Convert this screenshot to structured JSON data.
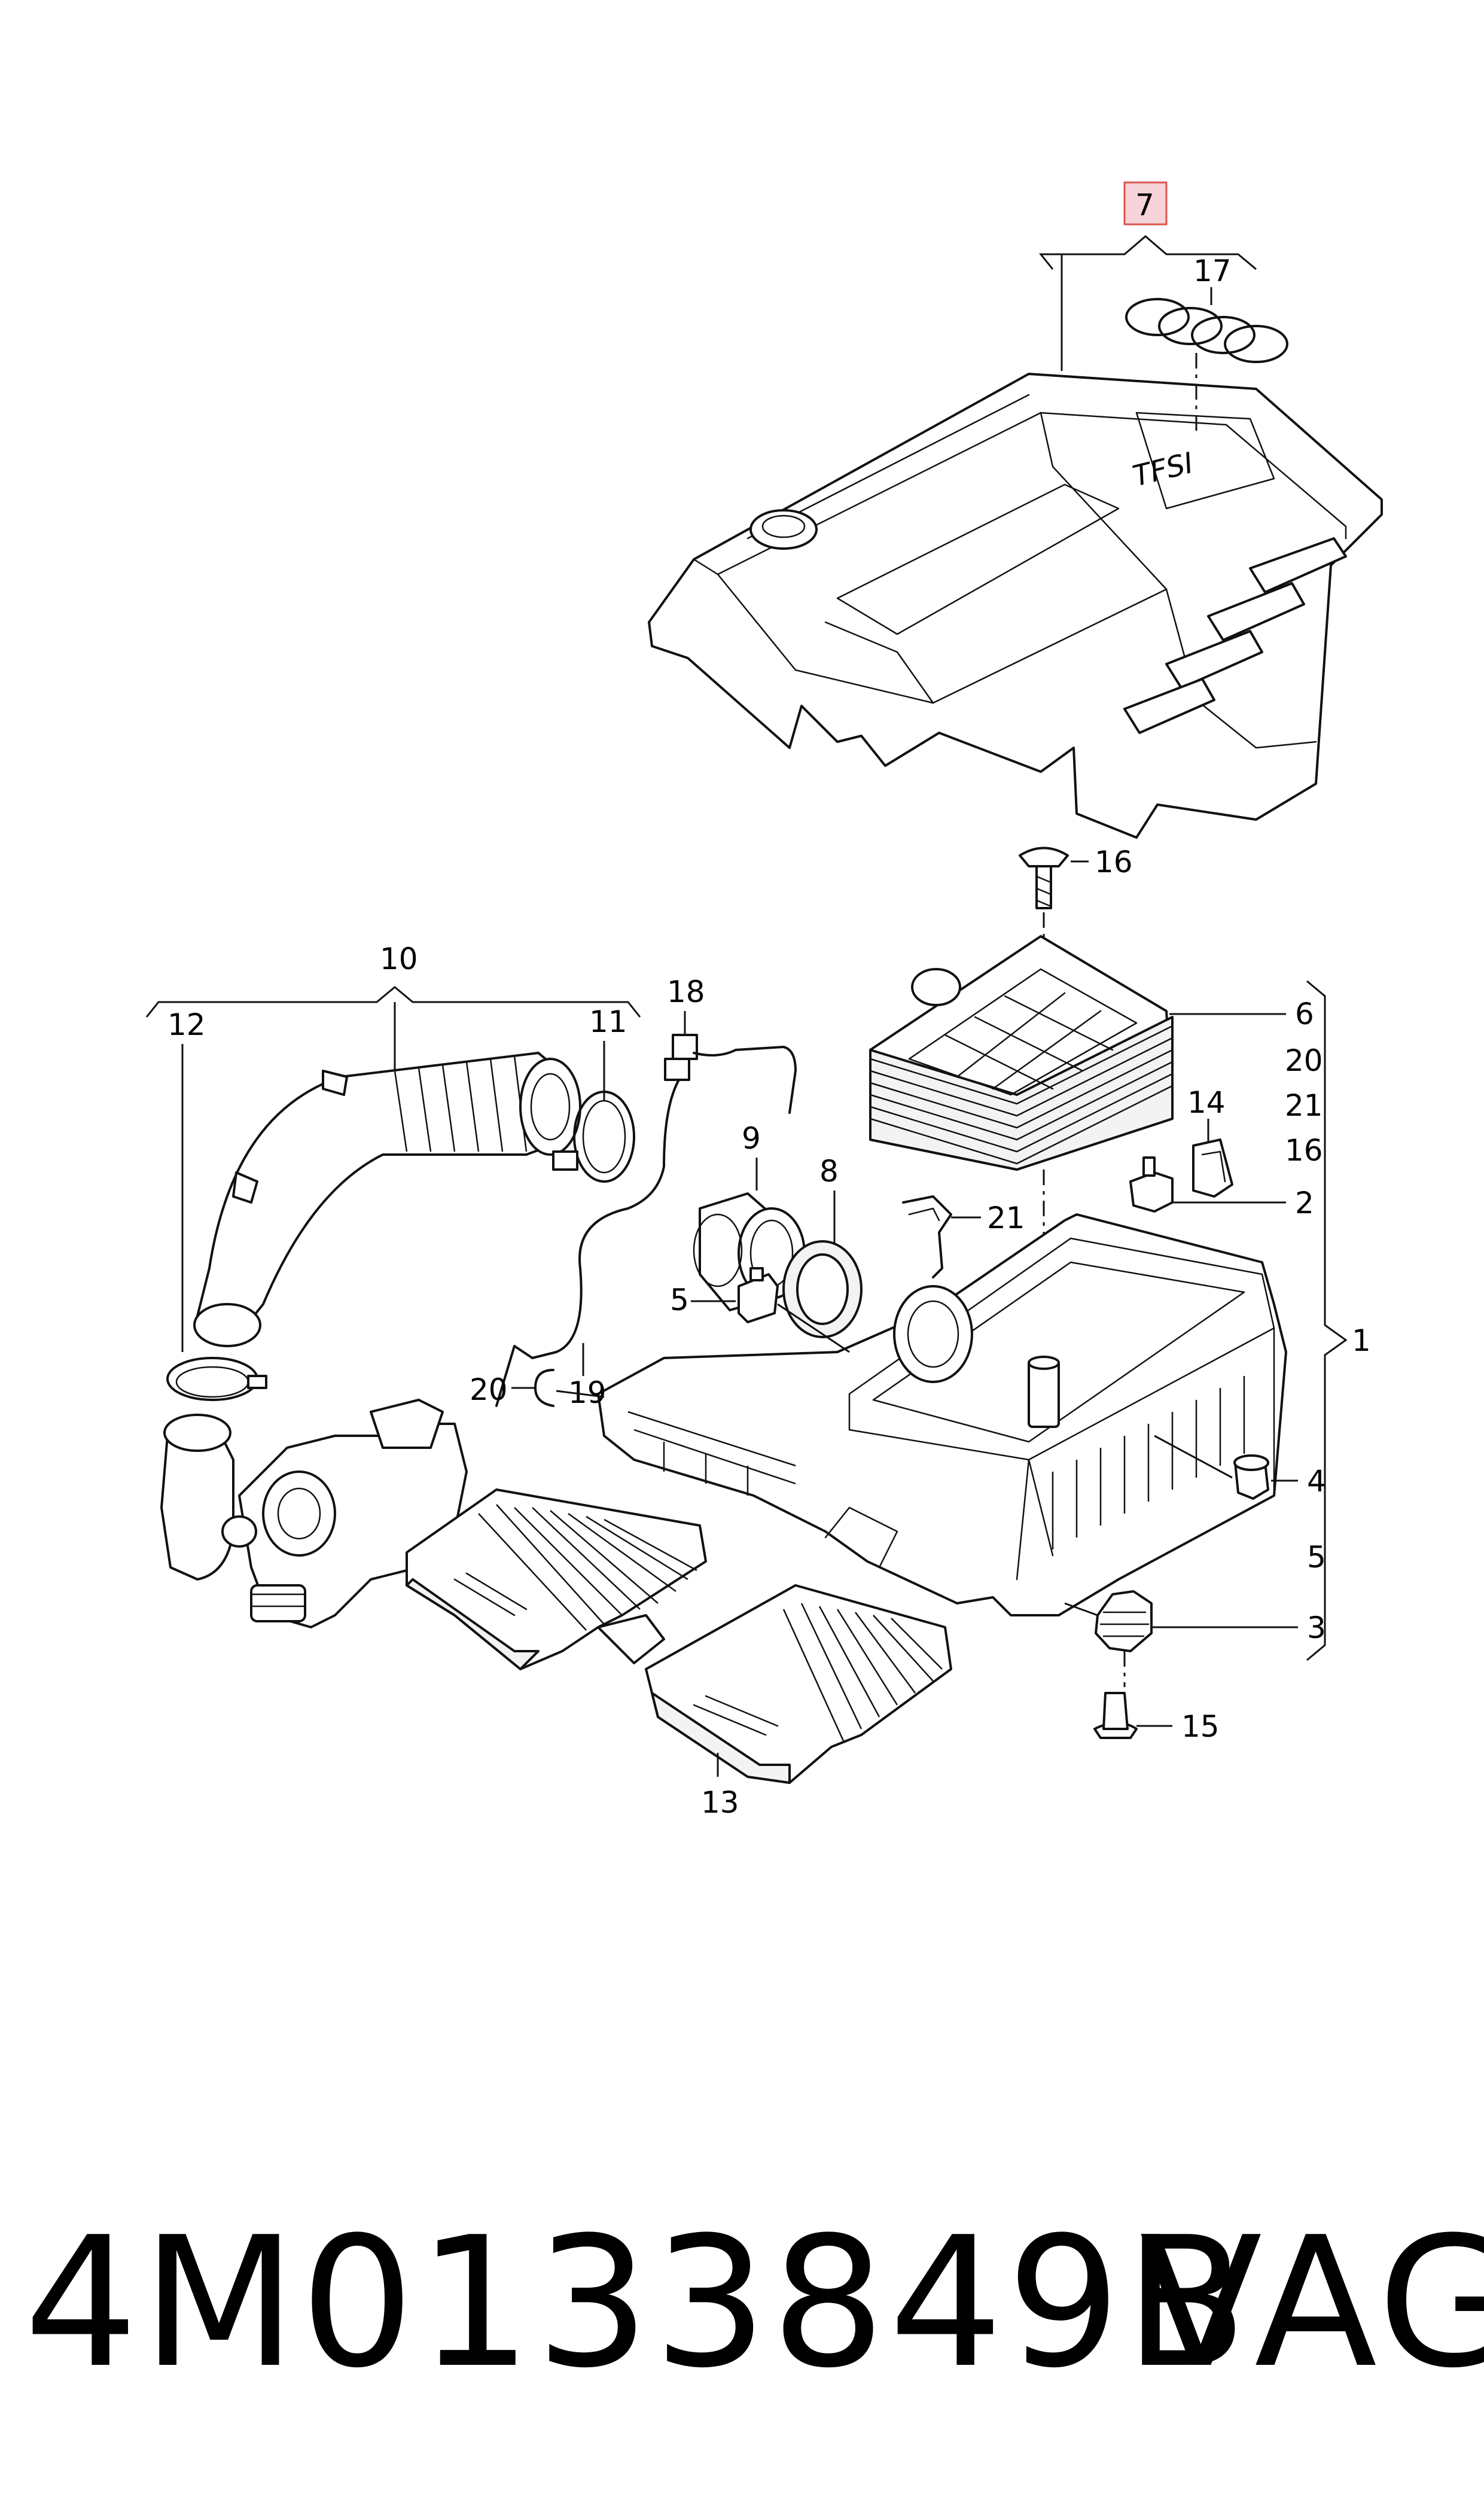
{
  "callouts": {
    "c7": "7",
    "c17": "17",
    "c16a": "16",
    "c6": "6",
    "c20a": "20",
    "c21a": "21",
    "c16b": "16",
    "c14": "14",
    "c2": "2",
    "c1": "1",
    "c4": "4",
    "c5b": "5",
    "c3": "3",
    "c15": "15",
    "c10": "10",
    "c12": "12",
    "c11": "11",
    "c18": "18",
    "c9": "9",
    "c8": "8",
    "c21b": "21",
    "c5a": "5",
    "c19": "19",
    "c20b": "20",
    "c13": "13"
  },
  "cover_logo_text": "TFSI",
  "footer": {
    "part_number": "4M0133849B",
    "brand": "VAG"
  },
  "colors": {
    "highlight_fill": "#f6d3d8",
    "highlight_stroke": "#d9534f"
  }
}
